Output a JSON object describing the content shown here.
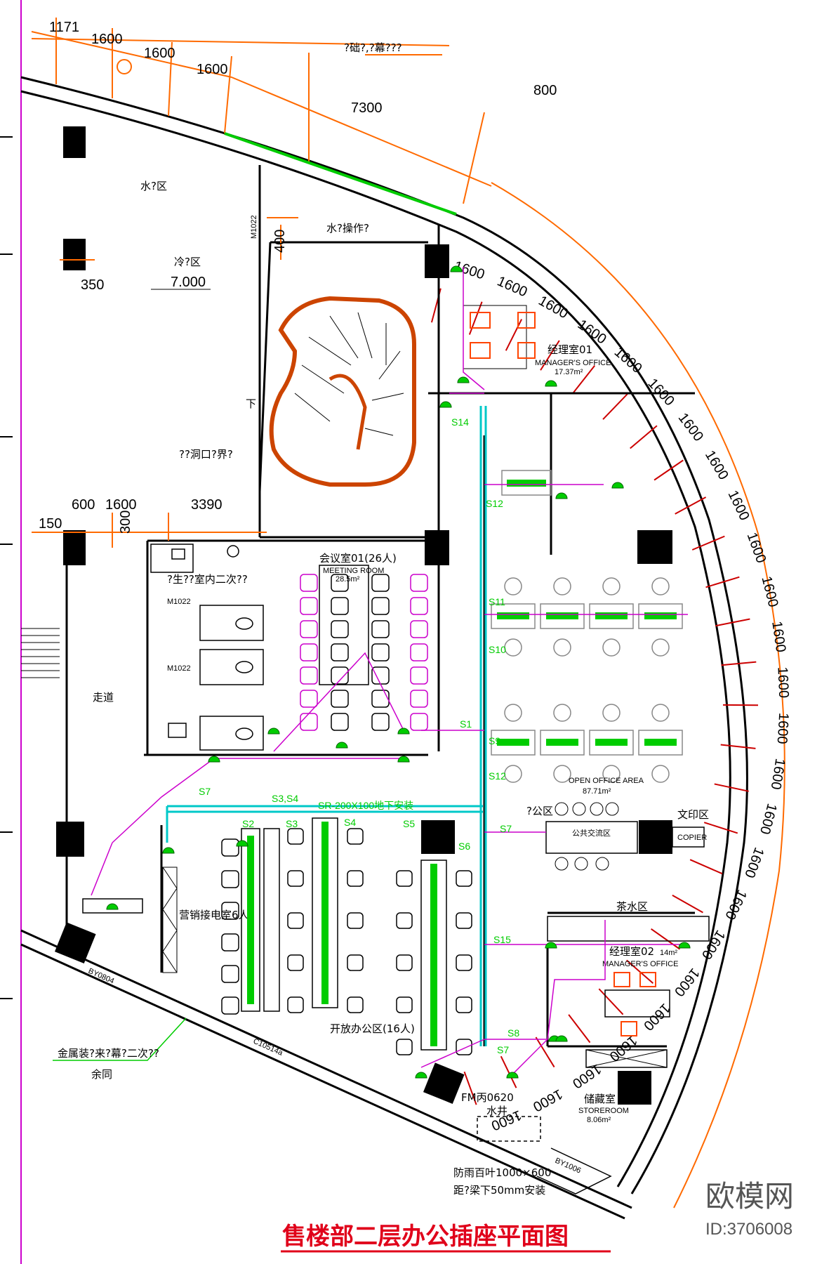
{
  "title": "售楼部二层办公插座平面图",
  "watermark": {
    "brand": "欧模网",
    "id": "ID:3706008"
  },
  "top_dims": [
    "1171",
    "1600",
    "1600",
    "1600",
    "7300",
    "800"
  ],
  "right_arc_dim": "1600",
  "left_dims": {
    "d350": "350",
    "d150": "150",
    "d600": "600",
    "d1600": "1600",
    "d3390": "3390",
    "d300": "300",
    "d400": "400"
  },
  "notes": {
    "top_note": "?础?,?幕???",
    "water_area": "水?区",
    "water_op": "水?操作?",
    "cold_area": "冷?区",
    "elevation": "7.000",
    "down": "下",
    "opening": "??洞口?界?",
    "toilet": "?生??室内二次??",
    "m1022a": "M1022",
    "m1022b": "M1022",
    "m1022c": "M1022",
    "corridor": "走道",
    "metal": "金属装?来?幕?二次??",
    "yutong": "余同",
    "by0804": "BY0804",
    "c10514": "C10514a",
    "fm": "FM丙0620",
    "shaft": "水井",
    "louver1": "防雨百叶1000×600",
    "louver2": "距?梁下50mm安装",
    "by1006": "BY1006"
  },
  "rooms": {
    "manager1_cn": "经理室01",
    "manager1_en": "MANAGER'S OFFICE",
    "manager1_area": "17.37m²",
    "meeting_cn": "会议室01(26人)",
    "meeting_en": "MEETING ROOM",
    "meeting_area": "28.5m²",
    "open_en": "OPEN OFFICE AREA",
    "open_area": "87.71m²",
    "xiuxian": "?公区",
    "print": "文印区",
    "copier": "COPIER",
    "public": "公共交流区",
    "tea": "茶水区",
    "manager2_cn": "经理室02",
    "manager2_en": "MANAGER'S OFFICE",
    "manager2_area": "14m²",
    "store_cn": "储藏室",
    "store_en": "STOREROOM",
    "store_area": "8.06m²",
    "sales": "营销接电室6人",
    "open16": "开放办公区(16人)"
  },
  "sockets": {
    "s14": "S14",
    "s12": "S12",
    "s11": "S11",
    "s10": "S10",
    "s1": "S1",
    "s9": "S9",
    "s12b": "S12",
    "s7a": "S7",
    "s34": "S3,S4",
    "sr": "SR-200X100地下安装",
    "s2": "S2",
    "s3": "S3",
    "s4": "S4",
    "s5": "S5",
    "s6": "S6",
    "s7b": "S7",
    "s15": "S15",
    "s8": "S8",
    "s7c": "S7"
  },
  "colors": {
    "dim": "#ff6a00",
    "tick": "#cc0000",
    "wire": "#cc00cc",
    "socket": "#00cc00",
    "trunk": "#00c8c8",
    "stair": "#cc4400"
  }
}
